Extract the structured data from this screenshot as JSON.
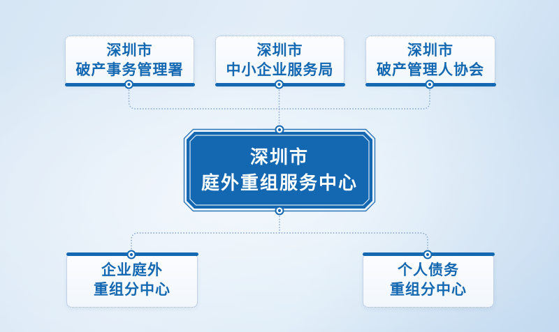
{
  "colors": {
    "primary_blue": "#1368b1",
    "connector_blue": "#7ea0cd",
    "leaf_box_bg": "#f6fafd",
    "page_bg_light": "#e9f2fa",
    "page_bg_dark": "#c3daf0",
    "center_text": "#ffffff"
  },
  "org_chart": {
    "parents": [
      {
        "line1": "深圳市",
        "line2": "破产事务管理署"
      },
      {
        "line1": "深圳市",
        "line2": "中小企业服务局"
      },
      {
        "line1": "深圳市",
        "line2": "破产管理人协会"
      }
    ],
    "center": {
      "line1": "深圳市",
      "line2": "庭外重组服务中心"
    },
    "children": [
      {
        "line1": "企业庭外",
        "line2": "重组分中心"
      },
      {
        "line1": "个人债务",
        "line2": "重组分中心"
      }
    ]
  }
}
